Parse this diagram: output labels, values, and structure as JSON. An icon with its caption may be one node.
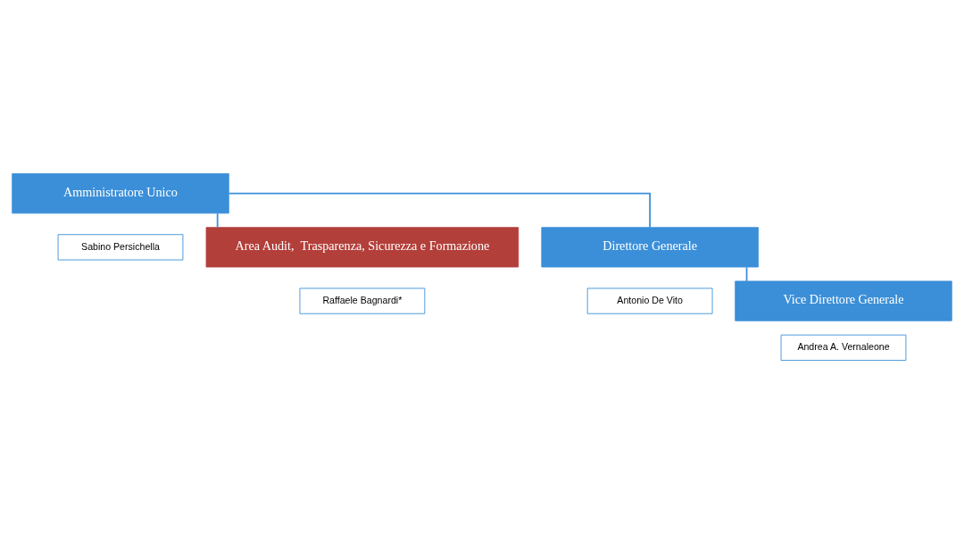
{
  "diagram": {
    "nodes": [
      {
        "text": [
          "Amministratore Unico"
        ]
      },
      {
        "text": [
          "Sabino Persichella"
        ]
      },
      {
        "text": [
          "Area Audit,  Trasparenza, Sicurezza e Formazione"
        ]
      },
      {
        "text": [
          "Raffaele Bagnardi*"
        ]
      },
      {
        "text": [
          "Direttore Generale"
        ]
      },
      {
        "text": [
          "Antonio De Vito"
        ]
      },
      {
        "text": [
          "Vice Direttore Generale"
        ]
      },
      {
        "text": [
          "Andrea A. Vernaleone"
        ]
      }
    ],
    "edges": [
      {
        "from": 0,
        "to": 2,
        "arrow": "none"
      },
      {
        "from": 0,
        "to": 4,
        "arrow": "none"
      },
      {
        "from": 4,
        "to": 6,
        "arrow": "none"
      }
    ]
  }
}
